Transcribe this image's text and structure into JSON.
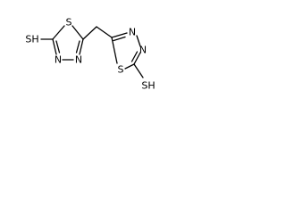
{
  "molecule": {
    "atoms": {
      "sh_left": "SH",
      "s_ring_left": "S",
      "n1_left": "N",
      "n2_left": "N",
      "s_ring_right": "S",
      "n1_right": "N",
      "n2_right": "N",
      "sh_right": "SH"
    }
  }
}
